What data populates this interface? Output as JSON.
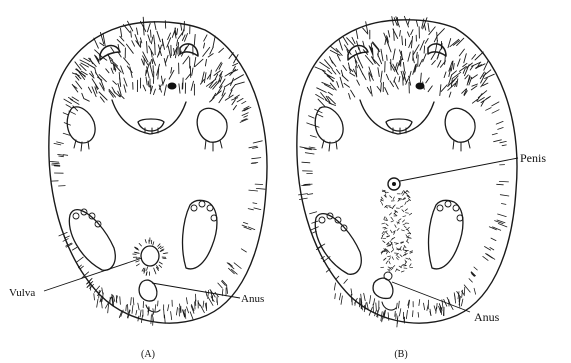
{
  "panels": [
    {
      "caption": "(A)",
      "labels": {
        "vulva": "Vulva",
        "anus": "Anus"
      }
    },
    {
      "caption": "(B)",
      "labels": {
        "penis": "Penis",
        "anus": "Anus"
      }
    }
  ],
  "colors": {
    "ink": "#1a1a1a",
    "background": "#ffffff"
  }
}
